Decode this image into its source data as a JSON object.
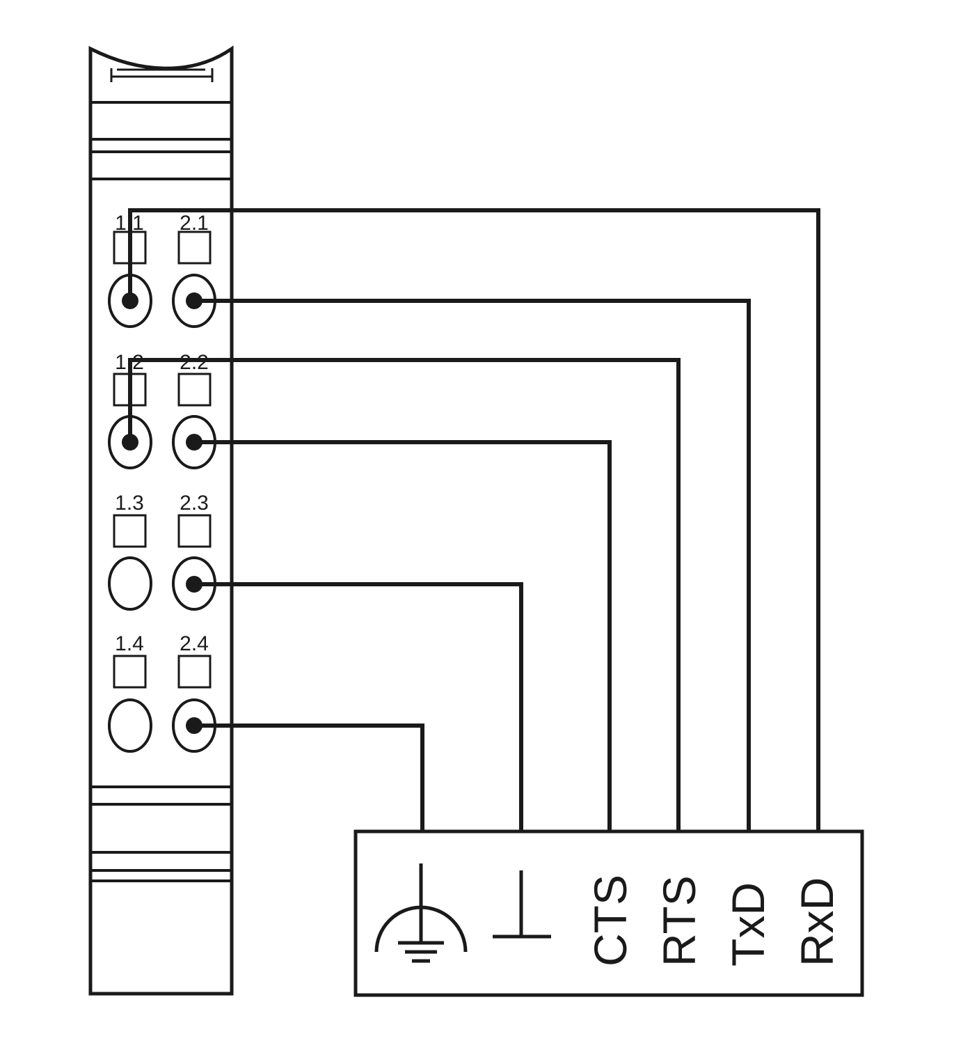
{
  "diagram": {
    "colors": {
      "ink": "#1a1a1a",
      "paper": "#ffffff"
    },
    "module": {
      "terminal_labels": [
        {
          "id": "1.1",
          "text": "1.1"
        },
        {
          "id": "2.1",
          "text": "2.1"
        },
        {
          "id": "1.2",
          "text": "1.2"
        },
        {
          "id": "2.2",
          "text": "2.2"
        },
        {
          "id": "1.3",
          "text": "1.3"
        },
        {
          "id": "2.3",
          "text": "2.3"
        },
        {
          "id": "1.4",
          "text": "1.4"
        },
        {
          "id": "2.4",
          "text": "2.4"
        }
      ]
    },
    "connector": {
      "pins": [
        {
          "id": "protective-earth",
          "text": "",
          "icon": "protective-earth-icon"
        },
        {
          "id": "ground",
          "text": "",
          "icon": "ground-icon"
        },
        {
          "id": "cts",
          "text": "CTS"
        },
        {
          "id": "rts",
          "text": "RTS"
        },
        {
          "id": "txd",
          "text": "TxD"
        },
        {
          "id": "rxd",
          "text": "RxD"
        }
      ]
    },
    "connections": [
      {
        "from": "1.1",
        "to": "rxd"
      },
      {
        "from": "2.1",
        "to": "txd"
      },
      {
        "from": "1.2",
        "to": "rts"
      },
      {
        "from": "2.2",
        "to": "cts"
      },
      {
        "from": "2.3",
        "to": "ground"
      },
      {
        "from": "2.4",
        "to": "protective-earth"
      }
    ]
  }
}
